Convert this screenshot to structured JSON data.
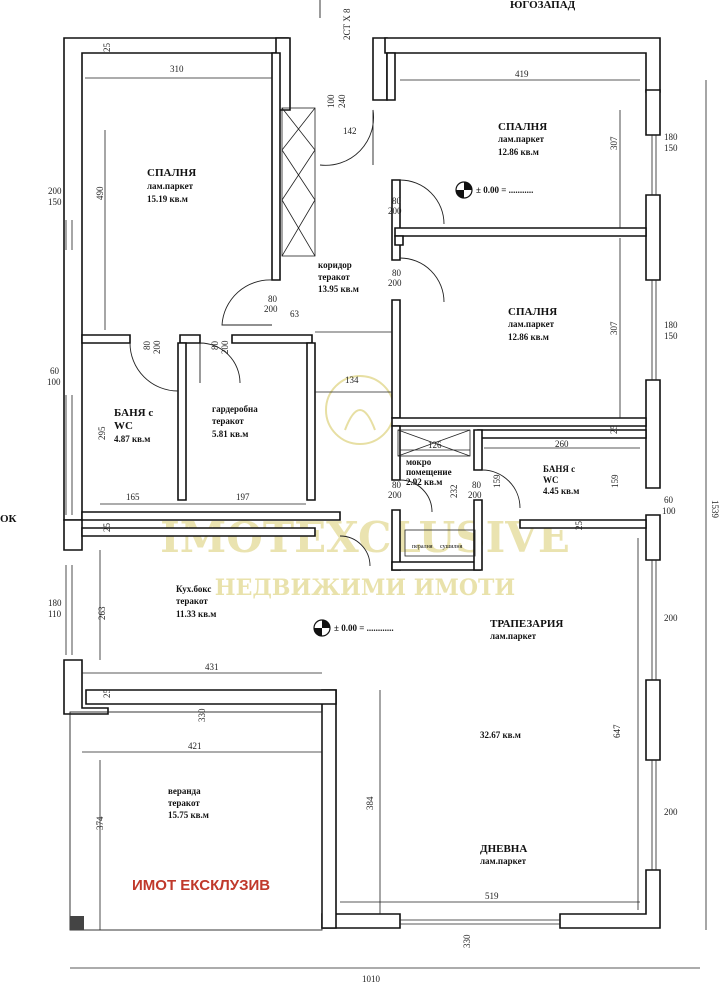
{
  "compass": {
    "southwest": "ЮГОЗАПАД",
    "east_partial": "ОК"
  },
  "entrance_label": "2СТ Х 8",
  "rooms": {
    "bedroom_nw": {
      "name": "СПАЛНЯ",
      "floor": "лам.паркет",
      "area": "15.19 кв.м"
    },
    "bedroom_ne": {
      "name": "СПАЛНЯ",
      "floor": "лам.паркет",
      "area": "12.86 кв.м"
    },
    "bedroom_e": {
      "name": "СПАЛНЯ",
      "floor": "лам.паркет",
      "area": "12.86 кв.м"
    },
    "corridor": {
      "name": "коридор",
      "floor": "теракот",
      "area": "13.95 кв.м"
    },
    "bath_w": {
      "name": "БАНЯ с",
      "name2": "WC",
      "area": "4.87 кв.м"
    },
    "wardrobe": {
      "name": "гардеробна",
      "floor": "теракот",
      "area": "5.81 кв.м"
    },
    "utility": {
      "name": "мокро",
      "name2": "помещение",
      "area": "2.92 кв.м"
    },
    "bath_e": {
      "name": "БАНЯ с",
      "name2": "WC",
      "area": "4.45 кв.м"
    },
    "kitchen": {
      "name": "Кух.бокс",
      "floor": "теракот",
      "area": "11.33 кв.м"
    },
    "dining": {
      "name": "ТРАПЕЗАРИЯ",
      "floor": "лам.паркет"
    },
    "living_area": {
      "area": "32.67 кв.м"
    },
    "living": {
      "name": "ДНЕВНА",
      "floor": "лам.паркет"
    },
    "veranda": {
      "name": "веранда",
      "floor": "теракот",
      "area": "15.75 кв.м"
    },
    "appliance1": "пералня",
    "appliance2": "сушилня"
  },
  "levels": {
    "level_ne": "± 0.00 = ...........",
    "level_living": "± 0.00 = ............"
  },
  "dimensions": {
    "d310": "310",
    "d419": "419",
    "d490": "490",
    "d307a": "307",
    "d307b": "307",
    "d142": "142",
    "d63": "63",
    "d134": "134",
    "d126": "126",
    "d260": "260",
    "d159a": "159",
    "d159b": "159",
    "d232": "232",
    "d295": "295",
    "d165": "165",
    "d197": "197",
    "d263": "263",
    "d431": "431",
    "d421": "421",
    "d374": "374",
    "d384": "384",
    "d647": "647",
    "d519": "519",
    "d1010": "1010",
    "d1539": "1539",
    "d25a": "25",
    "d25b": "25",
    "d25c": "25",
    "d25d": "25",
    "d25e": "25",
    "d330a": "330",
    "d330b": "330"
  },
  "openings": {
    "o100_240": "100",
    "o100_240b": "240",
    "o80_200_a": "80",
    "o80_200_a2": "200",
    "o80_200_b": "80",
    "o80_200_b2": "200",
    "o80_200_c": "80",
    "o80_200_c2": "200",
    "o80_200_d": "80",
    "o80_200_d2": "200",
    "o80_200_e": "80",
    "o80_200_e2": "200",
    "o80_200_f": "80",
    "o80_200_f2": "200",
    "o80_200_g": "80",
    "o80_200_g2": "200",
    "w200_150": "200",
    "w200_150b": "150",
    "w60_100a": "60",
    "w60_100a2": "100",
    "w180_110": "180",
    "w180_110b": "110",
    "w180_150a": "180",
    "w180_150a2": "150",
    "w180_150b": "180",
    "w180_150b2": "150",
    "w60_100b": "60",
    "w60_100b2": "100",
    "w200a": "200",
    "w200b": "200"
  },
  "watermark": {
    "big": "IMOTEXCLUSIVE",
    "small": "НЕДВИЖИМИ ИМОТИ",
    "red": "ИМОТ ЕКСКЛУЗИВ"
  },
  "colors": {
    "wall": "#111111",
    "watermark": "#e7dfa3",
    "red_text": "#c0392b"
  }
}
